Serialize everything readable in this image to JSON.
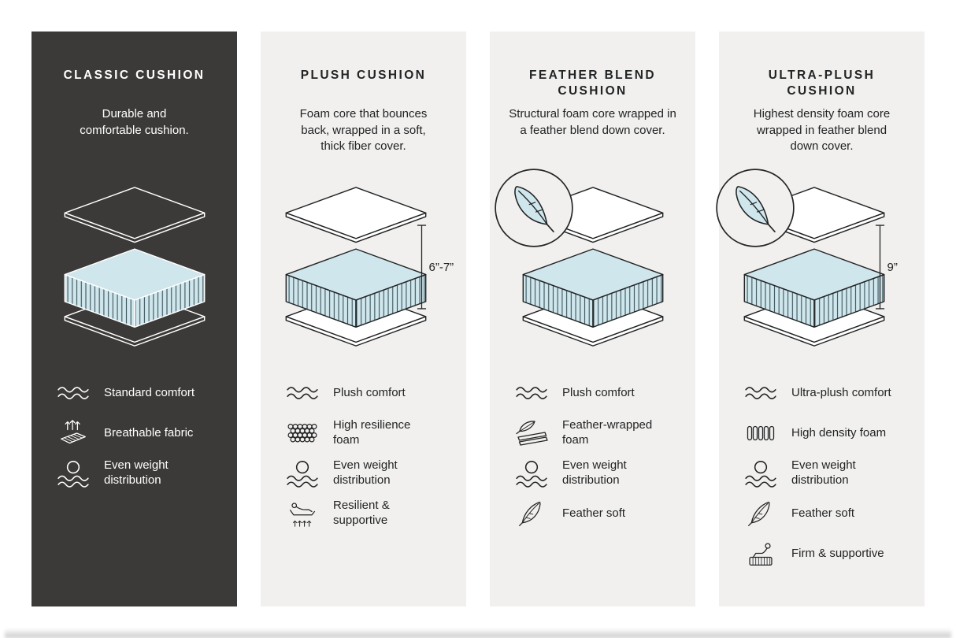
{
  "colors": {
    "page_background": "#ffffff",
    "dark_card_background": "#3c3a38",
    "light_card_background": "#f1f0ee",
    "foam_blue": "#cfe6ec",
    "outline_dark": "#222324",
    "outline_light": "#ffffff"
  },
  "cards": [
    {
      "id": "classic",
      "theme": "dark",
      "title": "CLASSIC CUSHION",
      "description": "Durable and\ncomfortable cushion.",
      "badge": null,
      "dimension": null,
      "features": [
        {
          "icon": "wave-icon",
          "label": "Standard comfort"
        },
        {
          "icon": "breathable-fabric-icon",
          "label": "Breathable fabric"
        },
        {
          "icon": "weight-distribution-icon",
          "label": "Even weight\ndistribution"
        }
      ]
    },
    {
      "id": "plush",
      "theme": "light",
      "title": "PLUSH CUSHION",
      "description": "Foam core that bounces\nback, wrapped in a soft,\nthick fiber cover.",
      "badge": null,
      "dimension": "6”-7”",
      "features": [
        {
          "icon": "wave-icon",
          "label": "Plush comfort"
        },
        {
          "icon": "foam-bubbles-icon",
          "label": "High resilience\nfoam"
        },
        {
          "icon": "weight-distribution-icon",
          "label": "Even weight\ndistribution"
        },
        {
          "icon": "resilient-support-icon",
          "label": "Resilient &\nsupportive"
        }
      ]
    },
    {
      "id": "feather-blend",
      "theme": "light",
      "title": "FEATHER BLEND\nCUSHION",
      "description": "Structural foam core wrapped in\na feather blend down cover.",
      "badge": "feather",
      "dimension": null,
      "features": [
        {
          "icon": "wave-icon",
          "label": "Plush comfort"
        },
        {
          "icon": "feather-wrap-icon",
          "label": "Feather-wrapped\nfoam"
        },
        {
          "icon": "weight-distribution-icon",
          "label": "Even weight\ndistribution"
        },
        {
          "icon": "feather-icon",
          "label": "Feather soft"
        }
      ]
    },
    {
      "id": "ultra-plush",
      "theme": "light",
      "title": "ULTRA-PLUSH\nCUSHION",
      "description": "Highest density foam core\nwrapped in feather blend\ndown cover.",
      "badge": "feather",
      "dimension": "9”",
      "features": [
        {
          "icon": "wave-icon",
          "label": "Ultra-plush comfort"
        },
        {
          "icon": "foam-cells-icon",
          "label": "High density foam"
        },
        {
          "icon": "weight-distribution-icon",
          "label": "Even weight\ndistribution"
        },
        {
          "icon": "feather-icon",
          "label": "Feather soft"
        },
        {
          "icon": "firm-support-icon",
          "label": "Firm & supportive"
        }
      ]
    }
  ]
}
